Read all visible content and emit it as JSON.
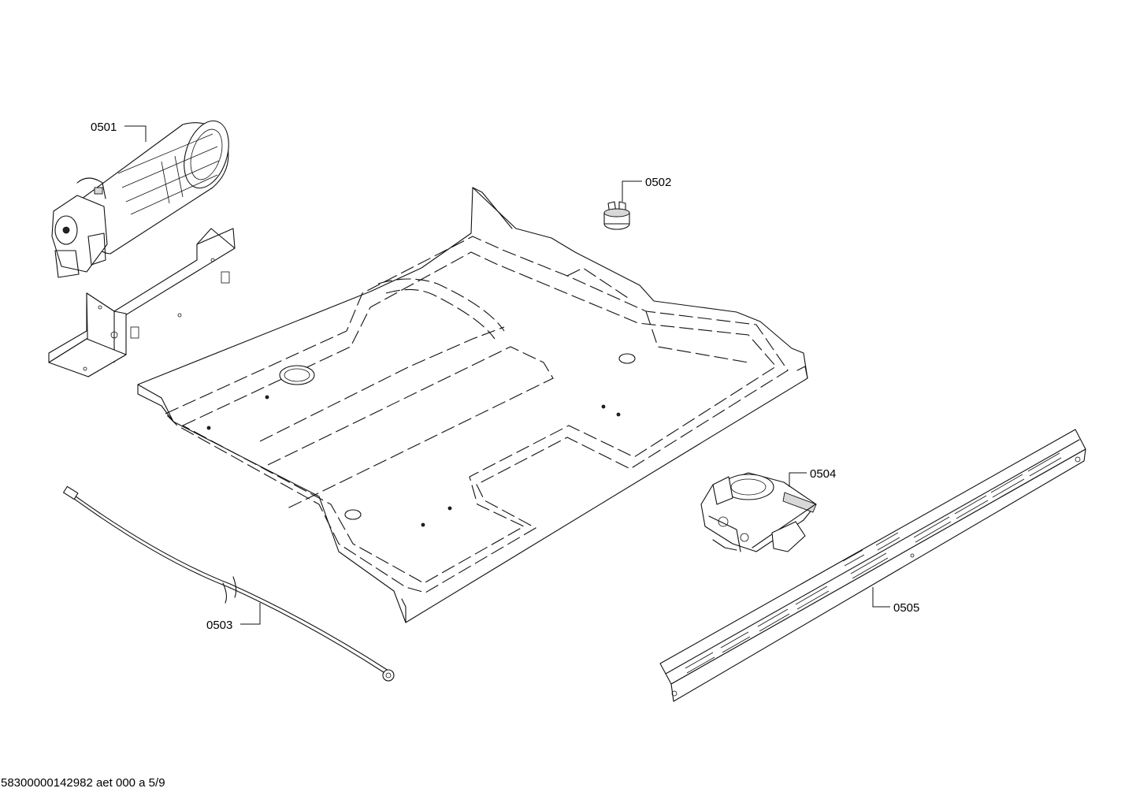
{
  "parts": [
    {
      "id": "0501",
      "label": "0501"
    },
    {
      "id": "0502",
      "label": "0502"
    },
    {
      "id": "0503",
      "label": "0503"
    },
    {
      "id": "0504",
      "label": "0504"
    },
    {
      "id": "0505",
      "label": "0505"
    }
  ],
  "footer": {
    "drawing_number": "58300000142982 aet 000 a 5/9"
  }
}
